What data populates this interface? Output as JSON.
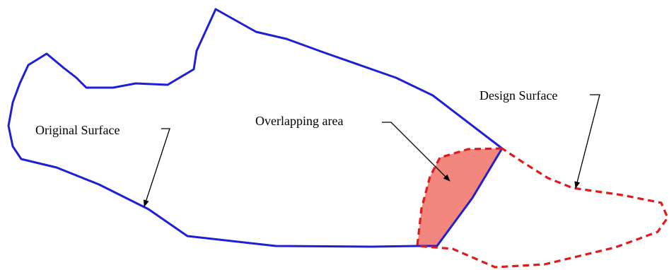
{
  "labels": {
    "original_surface": "Original Surface",
    "overlapping_area": "Overlapping area",
    "design_surface": "Design Surface"
  },
  "colors": {
    "original_surface": "#1f1fd6",
    "design_surface": "#e01b1b",
    "overlap_fill": "#f4877d",
    "leader": "#000000"
  }
}
